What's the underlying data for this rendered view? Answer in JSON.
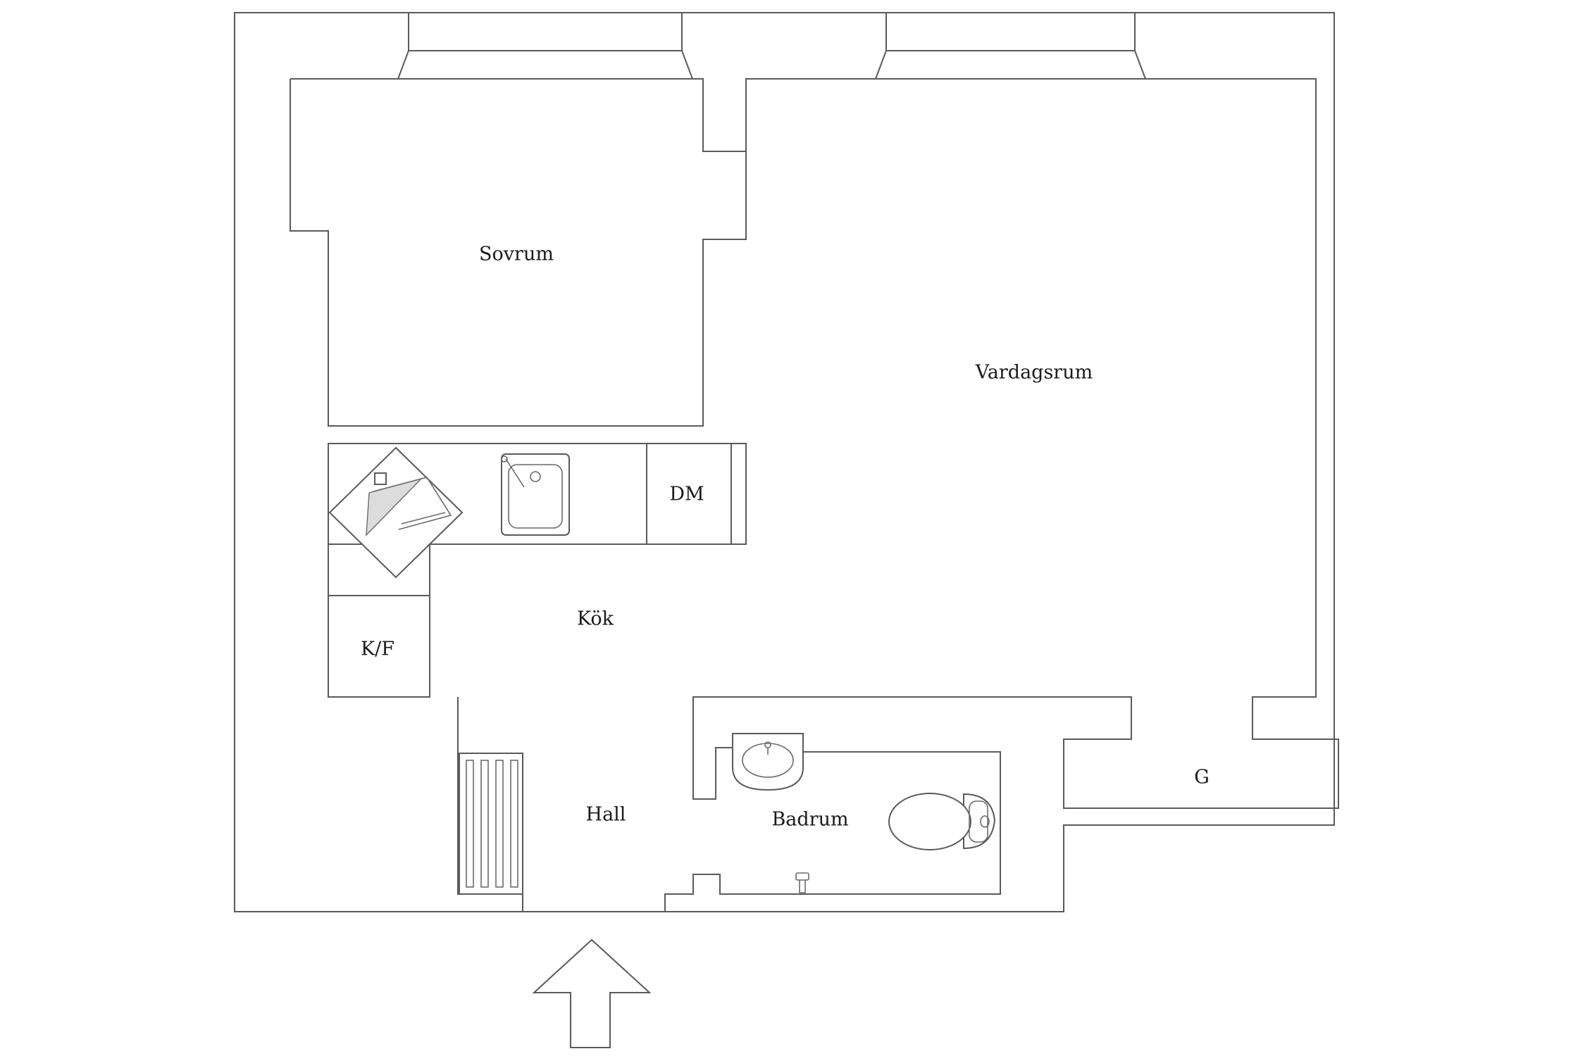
{
  "rooms": {
    "sovrum": "Sovrum",
    "vardagsrum": "Vardagsrum",
    "kok": "Kök",
    "hall": "Hall",
    "badrum": "Badrum",
    "dm": "DM",
    "kf": "K/F",
    "g": "G"
  },
  "icons": {
    "stove": "stove-icon",
    "sink": "kitchen-sink-icon",
    "washbasin": "washbasin-icon",
    "toilet": "toilet-icon",
    "radiator": "radiator-icon",
    "entrance": "entrance-arrow-icon"
  },
  "colors": {
    "wall": "#5a5a5a",
    "background": "#ffffff",
    "label": "#1a1a1a"
  }
}
